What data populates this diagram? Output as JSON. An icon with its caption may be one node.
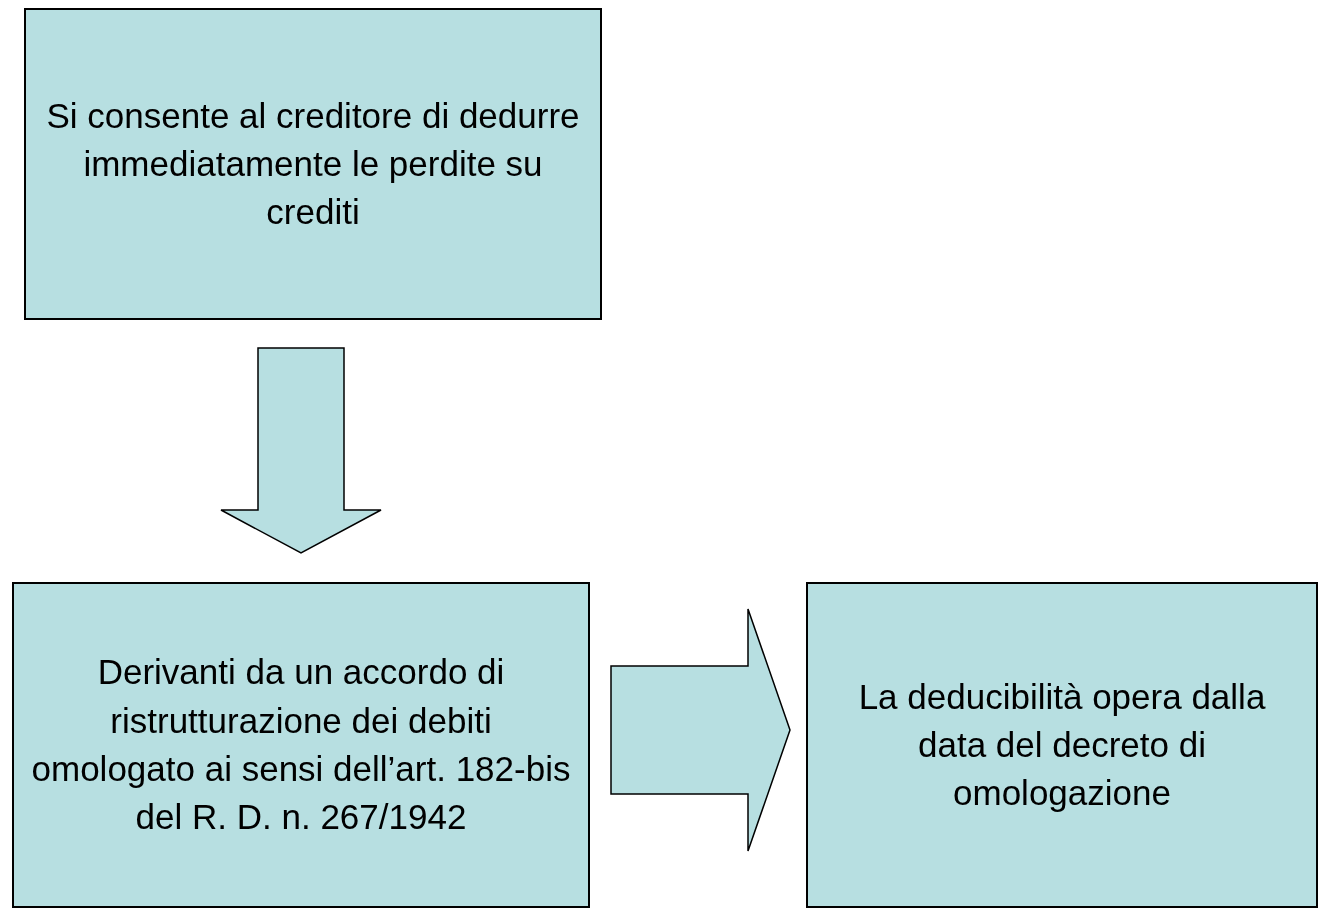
{
  "diagram": {
    "nodes": [
      {
        "text": [
          "Si consente al creditore di dedurre immediatamente le perdite su crediti"
        ]
      },
      {
        "text": [
          "Derivanti da un accordo di ristrutturazione dei debiti omologato ai sensi dell’art. 182-bis del R. D. n. 267/1942"
        ]
      },
      {
        "text": [
          "La deducibilità opera dalla data del decreto di omologazione"
        ]
      }
    ],
    "edges": [
      {
        "from": 0,
        "to": 1,
        "arrow": "to",
        "style": "thick"
      },
      {
        "from": 1,
        "to": 2,
        "arrow": "to",
        "style": "thick"
      }
    ]
  }
}
